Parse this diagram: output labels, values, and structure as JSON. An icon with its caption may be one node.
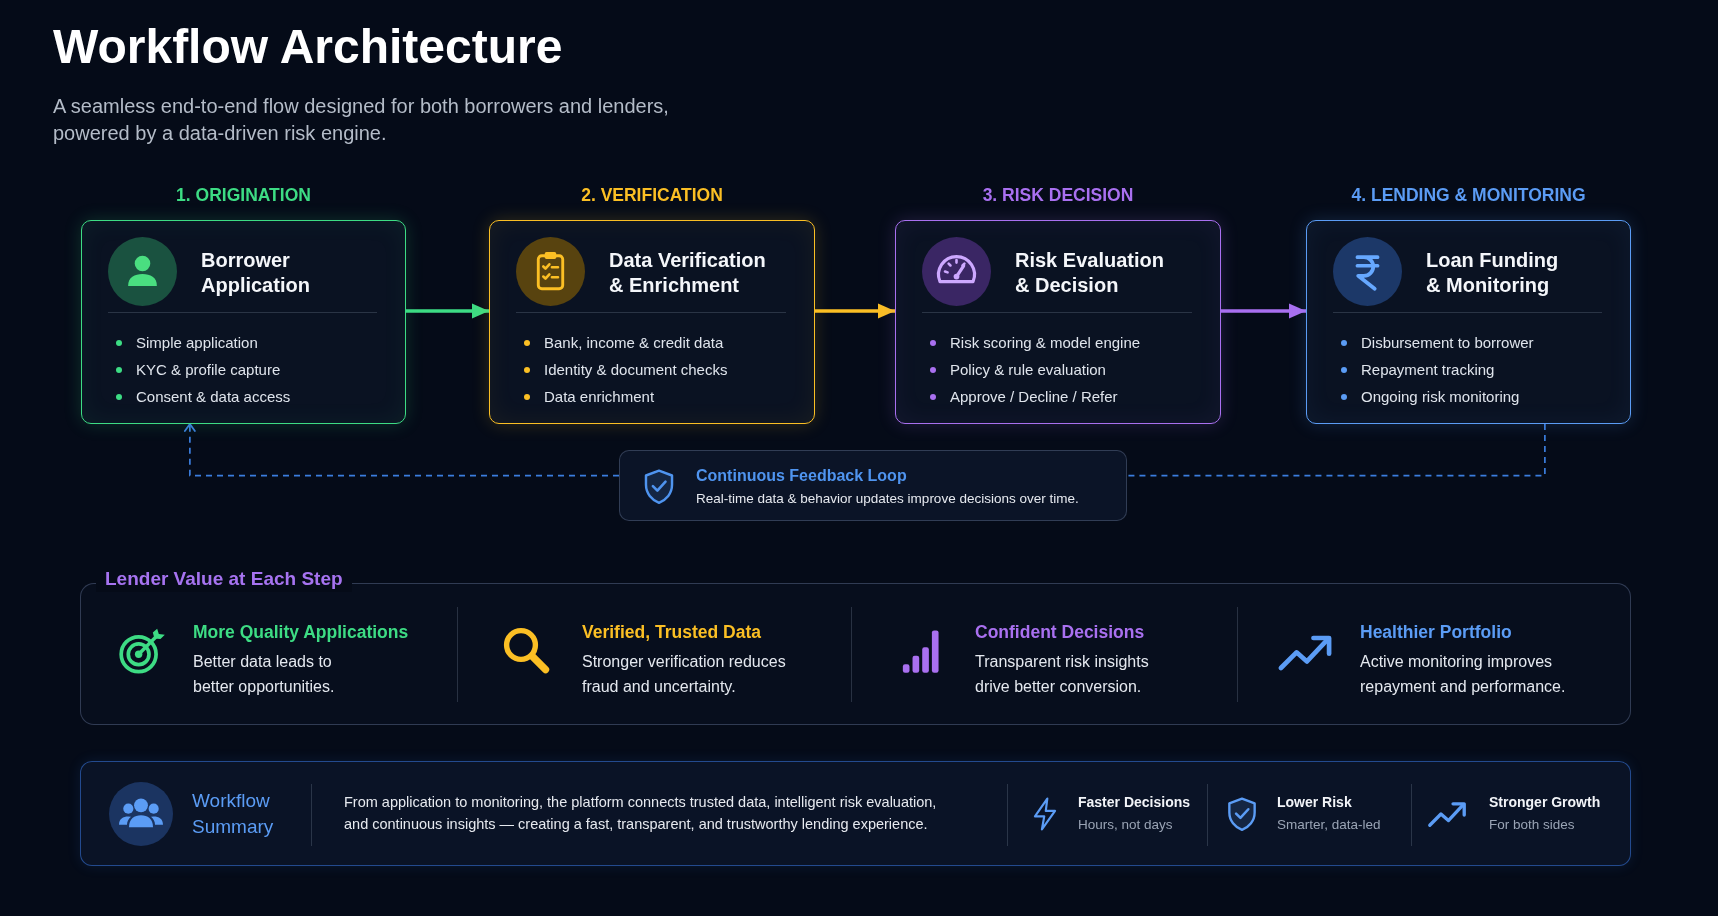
{
  "diagram": {
    "title": "Workflow Architecture",
    "nodes": [
      {
        "text": [
          "1. ORIGINATION",
          "Borrower Application",
          "Simple application",
          "KYC & profile capture",
          "Consent & data access"
        ]
      },
      {
        "text": [
          "2. VERIFICATION",
          "Data Verification & Enrichment",
          "Bank, income & credit data",
          "Identity & document checks",
          "Data enrichment"
        ]
      },
      {
        "text": [
          "3. RISK DECISION",
          "Risk Evaluation & Decision",
          "Risk scoring & model engine",
          "Policy & rule evaluation",
          "Approve / Decline / Refer"
        ]
      },
      {
        "text": [
          "4. LENDING & MONITORING",
          "Loan Funding & Monitoring",
          "Disbursement to borrower",
          "Repayment tracking",
          "Ongoing risk monitoring"
        ]
      },
      {
        "text": [
          "Continuous Feedback Loop",
          "Real-time data & behavior updates improve decisions over time."
        ]
      },
      {
        "text": [
          "Lender Value at Each Step",
          "More Quality Applications",
          "Better data leads to better opportunities.",
          "Verified, Trusted Data",
          "Stronger verification reduces fraud and uncertainty.",
          "Confident Decisions",
          "Transparent risk insights drive better conversion.",
          "Healthier Portfolio",
          "Active monitoring improves repayment and performance."
        ]
      },
      {
        "text": [
          "Workflow Summary",
          "From application to monitoring, the platform connects trusted data, intelligent risk evaluation, and continuous insights — creating a fast, transparent, and trustworthy lending experience.",
          "Faster Decisions",
          "Hours, not days",
          "Lower Risk",
          "Smarter, data-led",
          "Stronger Growth",
          "For both sides"
        ]
      }
    ],
    "edges": [
      {
        "from": 0,
        "to": 1,
        "arrow": "to",
        "color": "#3ddc84"
      },
      {
        "from": 1,
        "to": 2,
        "arrow": "to",
        "color": "#fbbf24"
      },
      {
        "from": 2,
        "to": 3,
        "arrow": "to",
        "color": "#a970f0"
      },
      {
        "from": 3,
        "to": 4,
        "arrow": "none",
        "style": "dashed",
        "color": "#3b7ddd"
      },
      {
        "from": 4,
        "to": 0,
        "arrow": "to",
        "style": "dashed",
        "color": "#3b7ddd"
      }
    ],
    "labels": [
      "A seamless end-to-end flow designed for both borrowers and lenders, powered by a data-driven risk engine."
    ]
  }
}
